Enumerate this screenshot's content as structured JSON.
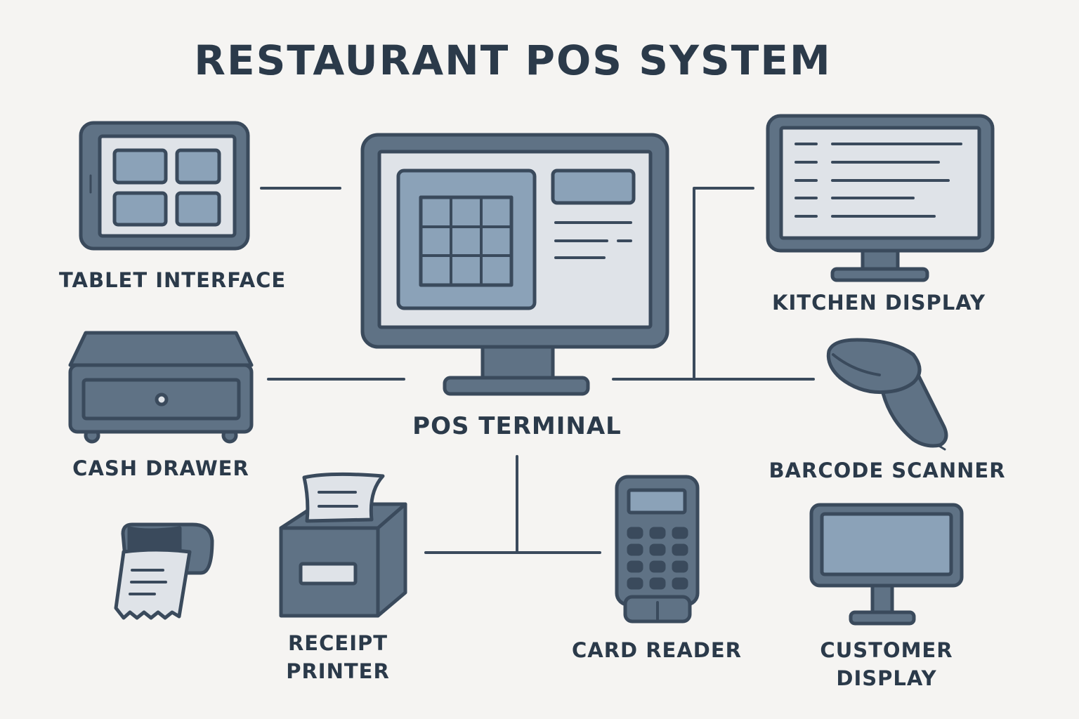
{
  "title": "RESTAURANT POS SYSTEM",
  "components": {
    "tablet": {
      "label": "TABLET INTERFACE",
      "icon": "tablet-icon"
    },
    "pos_terminal": {
      "label": "POS TERMINAL",
      "icon": "monitor-icon"
    },
    "kitchen_display": {
      "label": "KITCHEN DISPLAY",
      "icon": "monitor-list-icon"
    },
    "cash_drawer": {
      "label": "CASH DRAWER",
      "icon": "cash-drawer-icon"
    },
    "barcode_scanner": {
      "label": "BARCODE SCANNER",
      "icon": "barcode-scanner-icon"
    },
    "receipt_printer": {
      "label_line1": "RECEIPT",
      "label_line2": "PRINTER",
      "icon": "receipt-printer-icon"
    },
    "card_reader": {
      "label": "CARD READER",
      "icon": "card-reader-icon"
    },
    "customer_display": {
      "label_line1": "CUSTOMER",
      "label_line2": "DISPLAY",
      "icon": "customer-display-icon"
    },
    "receipt": {
      "icon": "receipt-icon"
    }
  },
  "colors": {
    "background": "#f5f4f2",
    "dark": "#3a4a5c",
    "body": "#5f7285",
    "fill_light": "#dfe3e8",
    "fill_blue": "#8ba2b8",
    "text": "#2b3a4a"
  }
}
